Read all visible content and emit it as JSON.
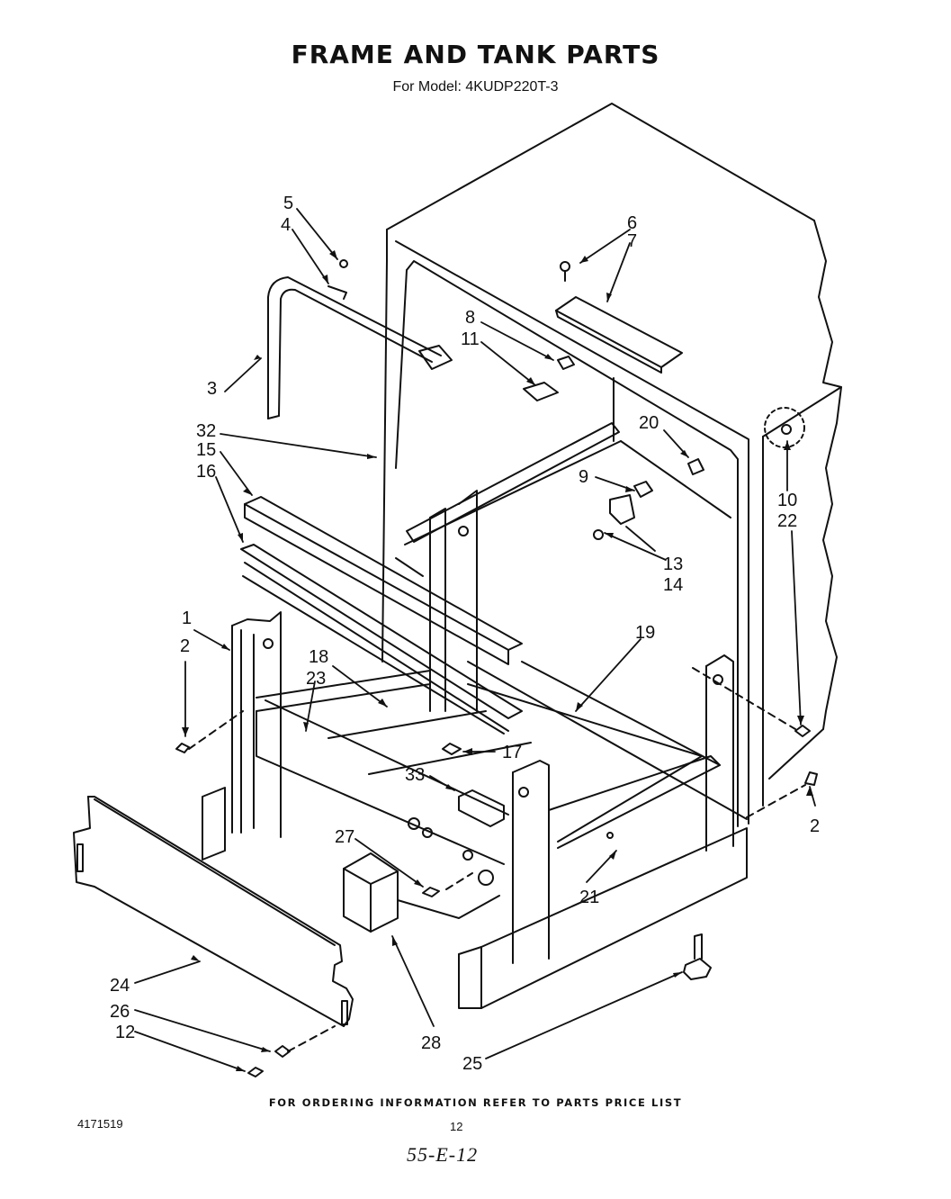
{
  "header": {
    "title": "FRAME AND TANK PARTS",
    "subtitle": "For Model: 4KUDP220T-3"
  },
  "callouts": [
    "5",
    "4",
    "3",
    "6",
    "7",
    "8",
    "11",
    "32",
    "15",
    "16",
    "20",
    "9",
    "10",
    "22",
    "13",
    "14",
    "1",
    "2",
    "18",
    "23",
    "19",
    "17",
    "33",
    "2",
    "27",
    "21",
    "24",
    "26",
    "12",
    "28",
    "25"
  ],
  "footer": {
    "note": "FOR ORDERING INFORMATION REFER TO PARTS PRICE LIST",
    "doc_number": "4171519",
    "page_number": "12",
    "handwritten": "55-E-12"
  }
}
